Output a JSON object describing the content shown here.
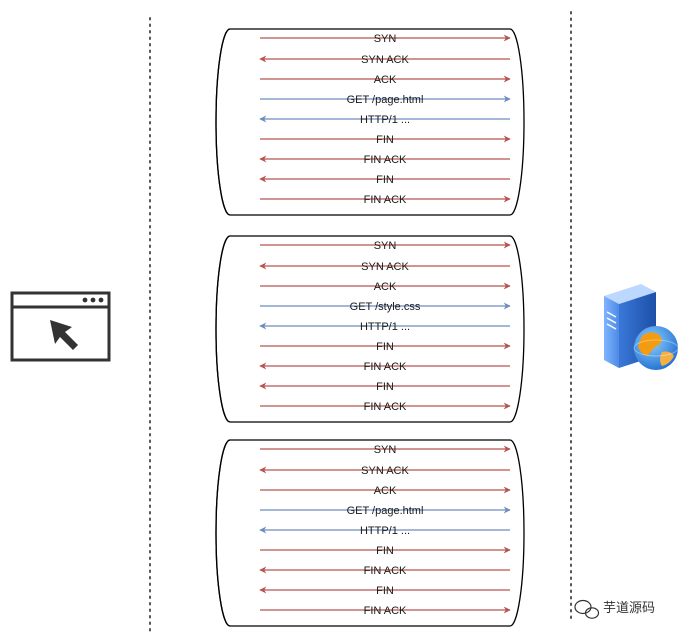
{
  "colors": {
    "red": "#b85450",
    "blue": "#6c8ebf",
    "outline": "#000000",
    "divider": "#555555"
  },
  "icons": {
    "client": "browser-window-cursor-icon",
    "server": "server-globe-icon",
    "watermark": "wechat-icon"
  },
  "connections": [
    {
      "messages": [
        {
          "label": "SYN",
          "direction": "to-server",
          "color": "red"
        },
        {
          "label": "SYN ACK",
          "direction": "to-client",
          "color": "red"
        },
        {
          "label": "ACK",
          "direction": "to-server",
          "color": "red"
        },
        {
          "label": "GET /page.html",
          "direction": "to-server",
          "color": "blue"
        },
        {
          "label": "HTTP/1 ...",
          "direction": "to-client",
          "color": "blue"
        },
        {
          "label": "FIN",
          "direction": "to-server",
          "color": "red"
        },
        {
          "label": "FIN ACK",
          "direction": "to-client",
          "color": "red"
        },
        {
          "label": "FIN",
          "direction": "to-client",
          "color": "red"
        },
        {
          "label": "FIN ACK",
          "direction": "to-server",
          "color": "red"
        }
      ]
    },
    {
      "messages": [
        {
          "label": "SYN",
          "direction": "to-server",
          "color": "red"
        },
        {
          "label": "SYN ACK",
          "direction": "to-client",
          "color": "red"
        },
        {
          "label": "ACK",
          "direction": "to-server",
          "color": "red"
        },
        {
          "label": "GET /style.css",
          "direction": "to-server",
          "color": "blue"
        },
        {
          "label": "HTTP/1 ...",
          "direction": "to-client",
          "color": "blue"
        },
        {
          "label": "FIN",
          "direction": "to-server",
          "color": "red"
        },
        {
          "label": "FIN ACK",
          "direction": "to-client",
          "color": "red"
        },
        {
          "label": "FIN",
          "direction": "to-client",
          "color": "red"
        },
        {
          "label": "FIN ACK",
          "direction": "to-server",
          "color": "red"
        }
      ]
    },
    {
      "messages": [
        {
          "label": "SYN",
          "direction": "to-server",
          "color": "red"
        },
        {
          "label": "SYN ACK",
          "direction": "to-client",
          "color": "red"
        },
        {
          "label": "ACK",
          "direction": "to-server",
          "color": "red"
        },
        {
          "label": "GET /page.html",
          "direction": "to-server",
          "color": "blue"
        },
        {
          "label": "HTTP/1 ...",
          "direction": "to-client",
          "color": "blue"
        },
        {
          "label": "FIN",
          "direction": "to-server",
          "color": "red"
        },
        {
          "label": "FIN ACK",
          "direction": "to-client",
          "color": "red"
        },
        {
          "label": "FIN",
          "direction": "to-client",
          "color": "red"
        },
        {
          "label": "FIN ACK",
          "direction": "to-server",
          "color": "red"
        }
      ]
    }
  ],
  "watermark": {
    "text": "芋道源码"
  }
}
